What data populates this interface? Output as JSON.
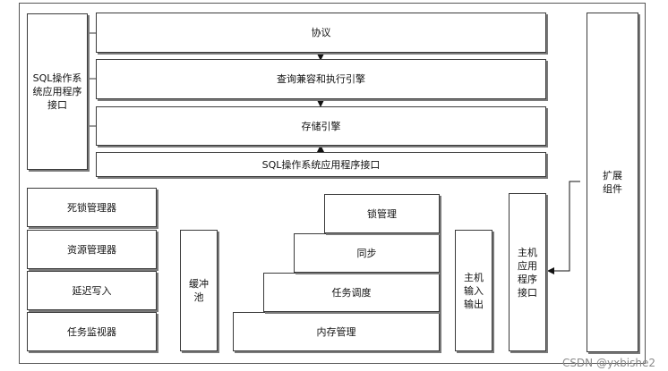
{
  "diagram": {
    "sql_api_left": "SQL操作系统应用程序接口",
    "protocol": "协议",
    "query_engine": "查询兼容和执行引擎",
    "storage_engine": "存储引擎",
    "sql_api_bottom": "SQL操作系统应用程序接口",
    "deadlock_manager": "死锁管理器",
    "resource_manager": "资源管理器",
    "lazy_writer": "延迟写入",
    "task_monitor": "任务监视器",
    "buffer_pool": "缓冲池",
    "lock_management": "锁管理",
    "sync": "同步",
    "task_scheduling": "任务调度",
    "memory_management": "内存管理",
    "host_io": "主机输入输出",
    "host_api": "主机应用程序接口",
    "extension": "扩展组件"
  },
  "watermark": "CSDN @yxbishe2"
}
